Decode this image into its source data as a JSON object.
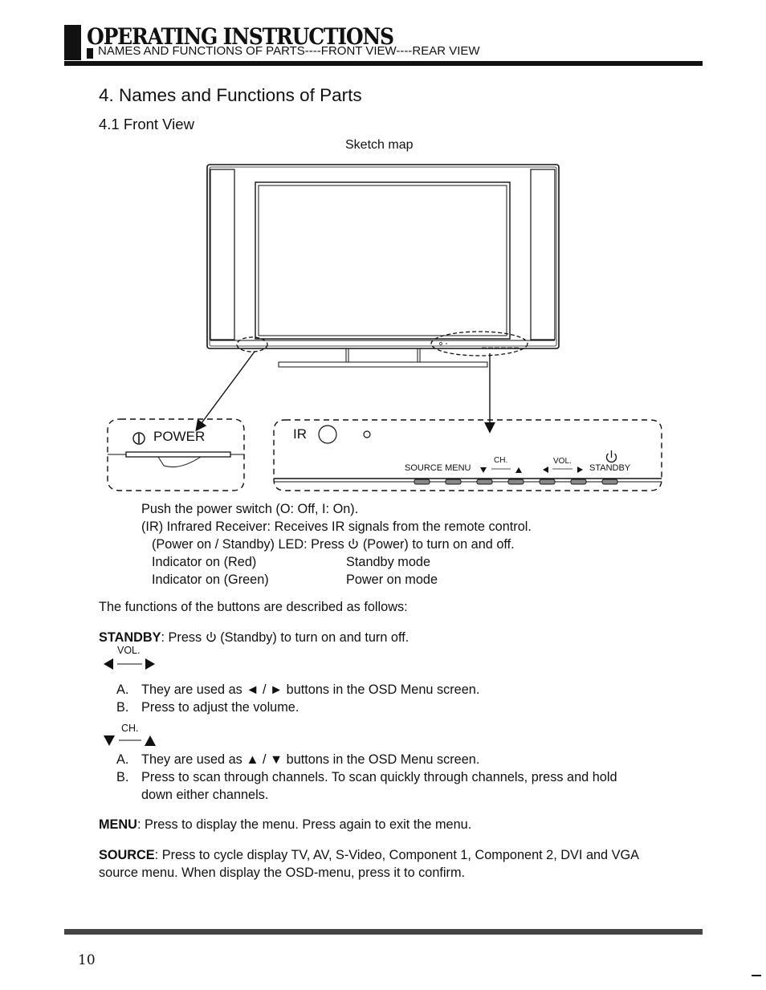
{
  "header": {
    "title": "OPERATING INSTRUCTIONS",
    "subtitle": "NAMES AND FUNCTIONS OF PARTS----FRONT VIEW----REAR VIEW"
  },
  "section": {
    "title": "4. Names and Functions of Parts",
    "subtitle": "4.1 Front View"
  },
  "figure": {
    "caption": "Sketch map",
    "power_label": "POWER",
    "ir_label": "IR",
    "panel_labels": {
      "source_menu": "SOURCE MENU",
      "ch": "CH.",
      "vol": "VOL.",
      "standby": "STANDBY"
    }
  },
  "intro": {
    "line1": "Push the power switch (O: Off, I: On).",
    "line2": "(IR) Infrared Receiver: Receives IR signals from the remote control.",
    "line3_a": "(Power on / Standby) LED: Press ",
    "line3_b": " (Power) to turn on and off.",
    "indicators": [
      {
        "label": "Indicator on (Red)",
        "mode": "Standby mode"
      },
      {
        "label": "Indicator on (Green)",
        "mode": "Power on mode"
      }
    ]
  },
  "functions_intro": "The functions of the buttons are described as follows:",
  "standby": {
    "term": "STANDBY",
    "text_a": ": Press ",
    "text_b": " (Standby) to turn on and turn off."
  },
  "vol": {
    "label": "VOL.",
    "items": [
      {
        "letter": "A.",
        "text": "They are used as ◄ / ► buttons in the OSD Menu screen."
      },
      {
        "letter": "B.",
        "text": "Press to adjust the volume."
      }
    ]
  },
  "ch": {
    "label": "CH.",
    "items": [
      {
        "letter": "A.",
        "text": "They are used as ▲ / ▼ buttons in the OSD Menu screen."
      },
      {
        "letter": "B.",
        "text": "Press to scan through channels. To scan quickly through channels, press and hold"
      },
      {
        "letter": "",
        "text": "down either channels."
      }
    ]
  },
  "menu": {
    "term": "MENU",
    "text": ": Press to display the menu. Press again to exit the menu."
  },
  "source": {
    "term": "SOURCE",
    "text1": ": Press to cycle display TV, AV, S-Video, Component 1, Component 2, DVI and VGA",
    "text2": "source menu. When display the OSD-menu, press it to confirm."
  },
  "footer": {
    "page_number": "10"
  },
  "icons": {
    "power_glyph": "power-switch-icon",
    "standby_glyph": "standby-icon"
  }
}
